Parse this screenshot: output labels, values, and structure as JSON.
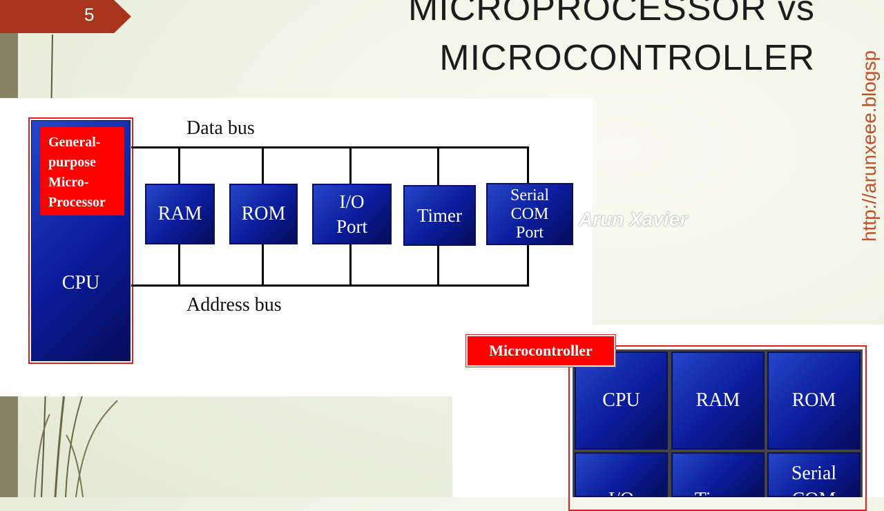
{
  "slide_number": "5",
  "title": {
    "line1": "MICROPROCESSOR vs",
    "line2": "MICROCONTROLLER"
  },
  "url": "http://arunxeee.blogsp",
  "watermark": "Arun Xavier",
  "microprocessor_diagram": {
    "cpu_label": "CPU",
    "general_purpose_lines": [
      "General-",
      "purpose",
      "Micro-",
      "Processor"
    ],
    "data_bus_label": "Data bus",
    "address_bus_label": "Address bus",
    "peripherals": [
      {
        "lines": [
          "RAM"
        ]
      },
      {
        "lines": [
          "ROM"
        ]
      },
      {
        "lines": [
          "I/O",
          "Port"
        ]
      },
      {
        "lines": [
          "Timer"
        ]
      },
      {
        "lines": [
          "Serial",
          "COM",
          "Port"
        ]
      }
    ]
  },
  "microcontroller_diagram": {
    "label": "Microcontroller",
    "cells": [
      {
        "lines": [
          "CPU"
        ]
      },
      {
        "lines": [
          "RAM"
        ]
      },
      {
        "lines": [
          "ROM"
        ]
      },
      {
        "lines": [
          "I/O"
        ]
      },
      {
        "lines": [
          "Timer"
        ]
      },
      {
        "lines": [
          "Serial",
          "COM"
        ]
      }
    ]
  },
  "colors": {
    "box_blue": "#0a1c9a",
    "label_red": "#ff0000",
    "slide_number_bg": "#a8361c",
    "url_color": "#c0502a"
  }
}
